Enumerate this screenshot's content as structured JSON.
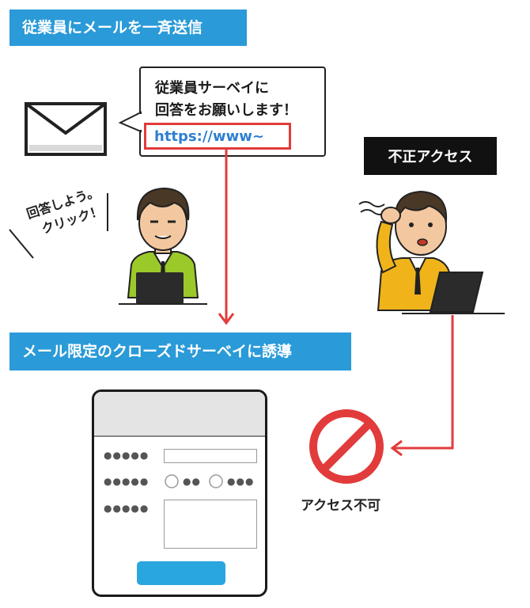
{
  "banner_top": "従業員にメールを一斉送信",
  "banner_mid": "メール限定のクローズドサーベイに誘導",
  "unauthorized_tag": "不正アクセス",
  "email_bubble": {
    "line1": "従業員サーベイに",
    "line2": "回答をお願いします！",
    "link": "https://www~"
  },
  "employee_speech": {
    "line1": "回答しよう。",
    "line2": "クリック！"
  },
  "blocked_label": "アクセス不可",
  "survey_form": {
    "row1_label": "●●●●●",
    "row2_label": "●●●●●",
    "row2_option1": "●●",
    "row2_option2": "●●●",
    "row3_label": "●●●●●"
  },
  "colors": {
    "banner_blue": "#2a9ad8",
    "arrow_red": "#e23b3b",
    "link_blue": "#2f7fd0",
    "employee_shirt": "#9bc92a",
    "attacker_shirt": "#f0b41a",
    "submit_button": "#2aa6df"
  },
  "icons": [
    "envelope-icon",
    "no-entry-icon"
  ]
}
